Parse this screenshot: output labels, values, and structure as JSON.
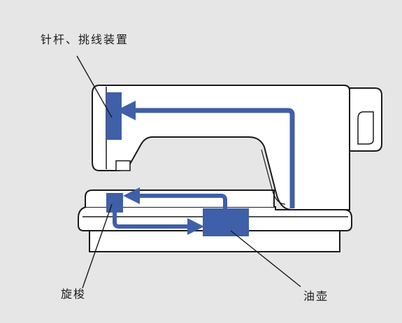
{
  "labels": {
    "needle_bar": "针杆、挑线装置",
    "rotary_hook": "旋梭",
    "oil_pot": "油壶"
  },
  "colors": {
    "background": "#e6e6e6",
    "machine_fill": "#ffffff",
    "outline": "#1a1a1a",
    "oil_path": "#3f5fa8"
  }
}
